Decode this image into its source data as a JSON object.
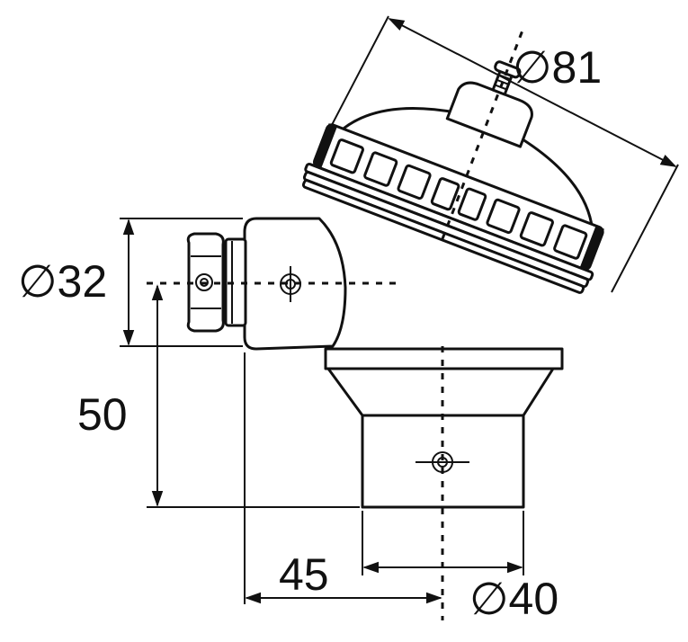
{
  "dimensions": {
    "cover_diameter": "∅81",
    "entry_diameter": "∅32",
    "entry_height": "50",
    "offset_width": "45",
    "neck_diameter": "∅40"
  },
  "colors": {
    "line": "#111111",
    "background": "#ffffff"
  }
}
